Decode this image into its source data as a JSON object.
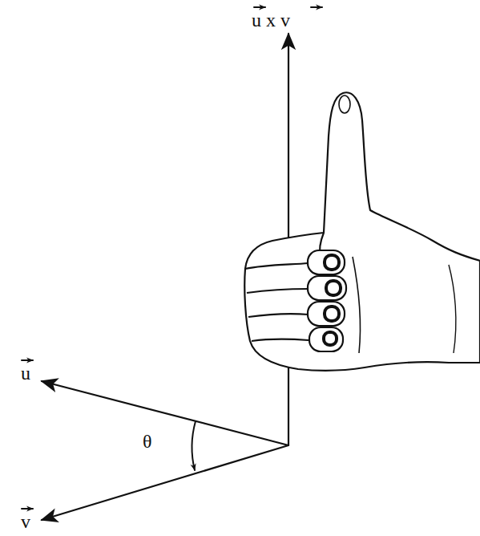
{
  "diagram": {
    "labels": [
      "u x v",
      "u",
      "v",
      "θ"
    ]
  }
}
